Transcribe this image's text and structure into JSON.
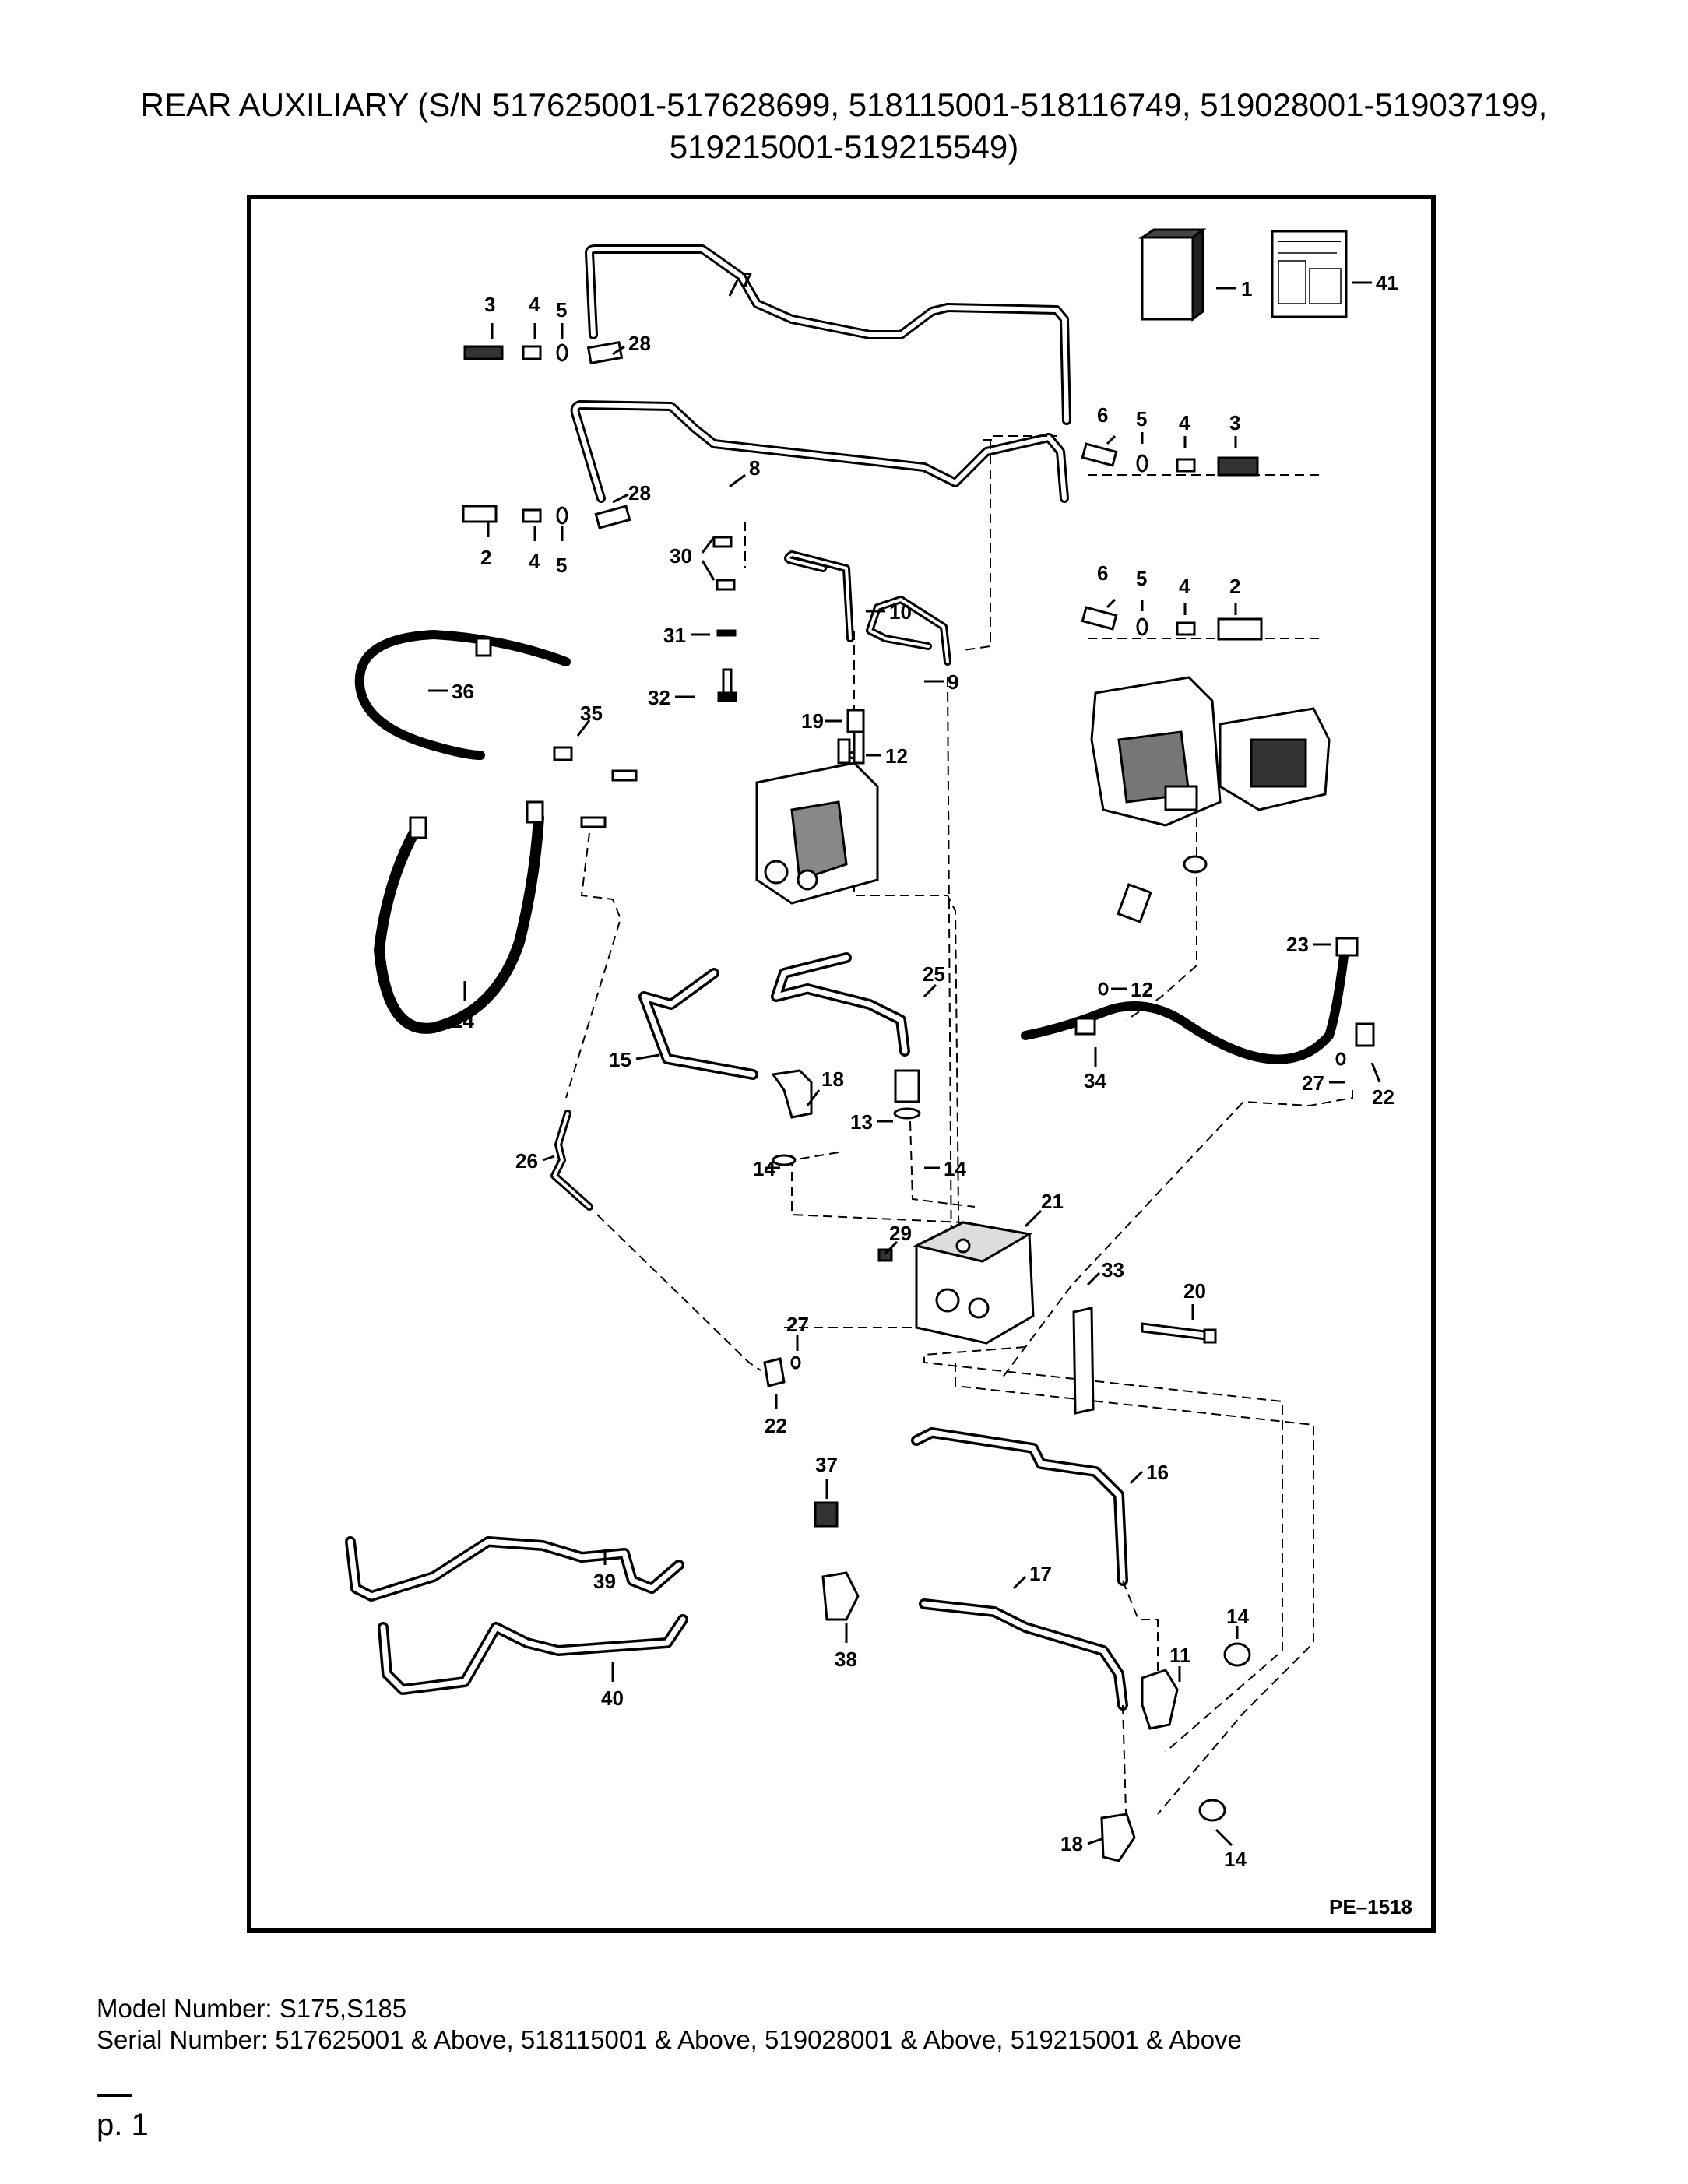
{
  "title": {
    "line1": "REAR AUXILIARY (S/N 517625001-517628699, 518115001-518116749, 519028001-519037199,",
    "line2": "519215001-519215549)"
  },
  "figure": {
    "code": "PE–1518",
    "callouts": [
      "1",
      "41",
      "3",
      "4",
      "5",
      "28",
      "7",
      "6",
      "5",
      "4",
      "3",
      "8",
      "28",
      "2",
      "4",
      "5",
      "30",
      "6",
      "5",
      "4",
      "2",
      "10",
      "31",
      "9",
      "32",
      "36",
      "35",
      "19",
      "12",
      "24",
      "23",
      "12",
      "25",
      "15",
      "18",
      "34",
      "13",
      "14",
      "14",
      "27",
      "22",
      "26",
      "29",
      "21",
      "33",
      "20",
      "27",
      "22",
      "37",
      "16",
      "39",
      "17",
      "38",
      "14",
      "11",
      "40",
      "14",
      "18"
    ]
  },
  "footer": {
    "model_label": "Model Number: S175,S185",
    "serial_label": "Serial Number: 517625001 & Above, 518115001 & Above, 519028001 & Above, 519215001 & Above"
  },
  "page": {
    "label": "p. 1"
  }
}
